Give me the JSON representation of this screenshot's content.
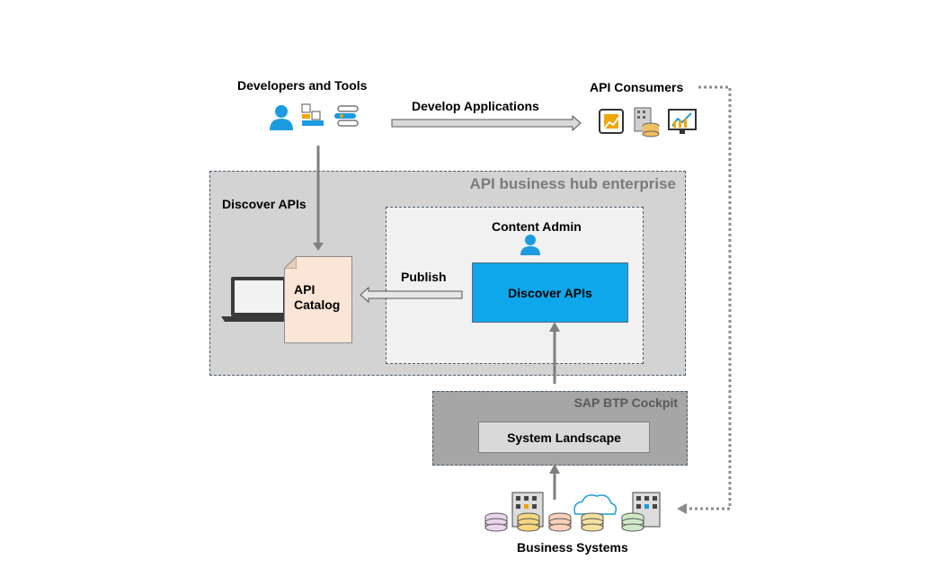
{
  "developers_title": "Developers and Tools",
  "develop_applications": "Develop Applications",
  "api_consumers": "API Consumers",
  "hub": {
    "title": "API business hub enterprise",
    "discover_label": "Discover APIs"
  },
  "content_admin": {
    "title": "Content Admin",
    "discover_box": "Discover APIs"
  },
  "publish": "Publish",
  "api_catalog": {
    "line1": "API",
    "line2": "Catalog"
  },
  "btp": {
    "title": "SAP BTP Cockpit",
    "system_landscape": "System Landscape"
  },
  "business_systems": "Business Systems",
  "colors": {
    "discover_box": "#0ea7eb",
    "person_icon": "#1c9be0",
    "hub_bg": "#d3d3d3",
    "admin_bg": "#f1f1f1",
    "catalog_bg": "#fbe5d6",
    "btp_bg": "#a6a6a6",
    "arrow": "#7f7f7f"
  }
}
